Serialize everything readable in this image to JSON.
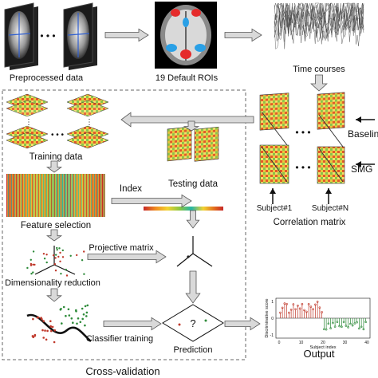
{
  "labels": {
    "preprocessed": "Preprocessed data",
    "rois": "19 Default ROIs",
    "time_courses": "Time courses",
    "training_data": "Training data",
    "testing_data": "Testing data",
    "index": "Index",
    "feature_selection": "Feature selection",
    "baseline": "Baseline",
    "smg": "SMG",
    "subject_1": "Subject#1",
    "subject_n": "Subject#N",
    "correlation_matrix": "Correlation matrix",
    "projective_matrix": "Projective matrix",
    "dimensionality_reduction": "Dimensionality reduction",
    "classifier_training": "Classifier training",
    "prediction": "Prediction",
    "question_mark": "?",
    "output": "Output",
    "cross_validation": "Cross-validation",
    "ellipsis": "• • •"
  },
  "output_plot": {
    "ylabel": "Discriminative score",
    "xlabel": "Subject index",
    "xticks": [
      "0",
      "10",
      "20",
      "30",
      "40"
    ],
    "yticks": [
      "1",
      "0",
      "-1"
    ]
  },
  "colors": {
    "arrow_fill": "#d9d9d9",
    "arrow_stroke": "#555555",
    "baseline_series": "#c0392b",
    "smg_series": "#2e8b3a",
    "dashed_frame": "#666666"
  }
}
